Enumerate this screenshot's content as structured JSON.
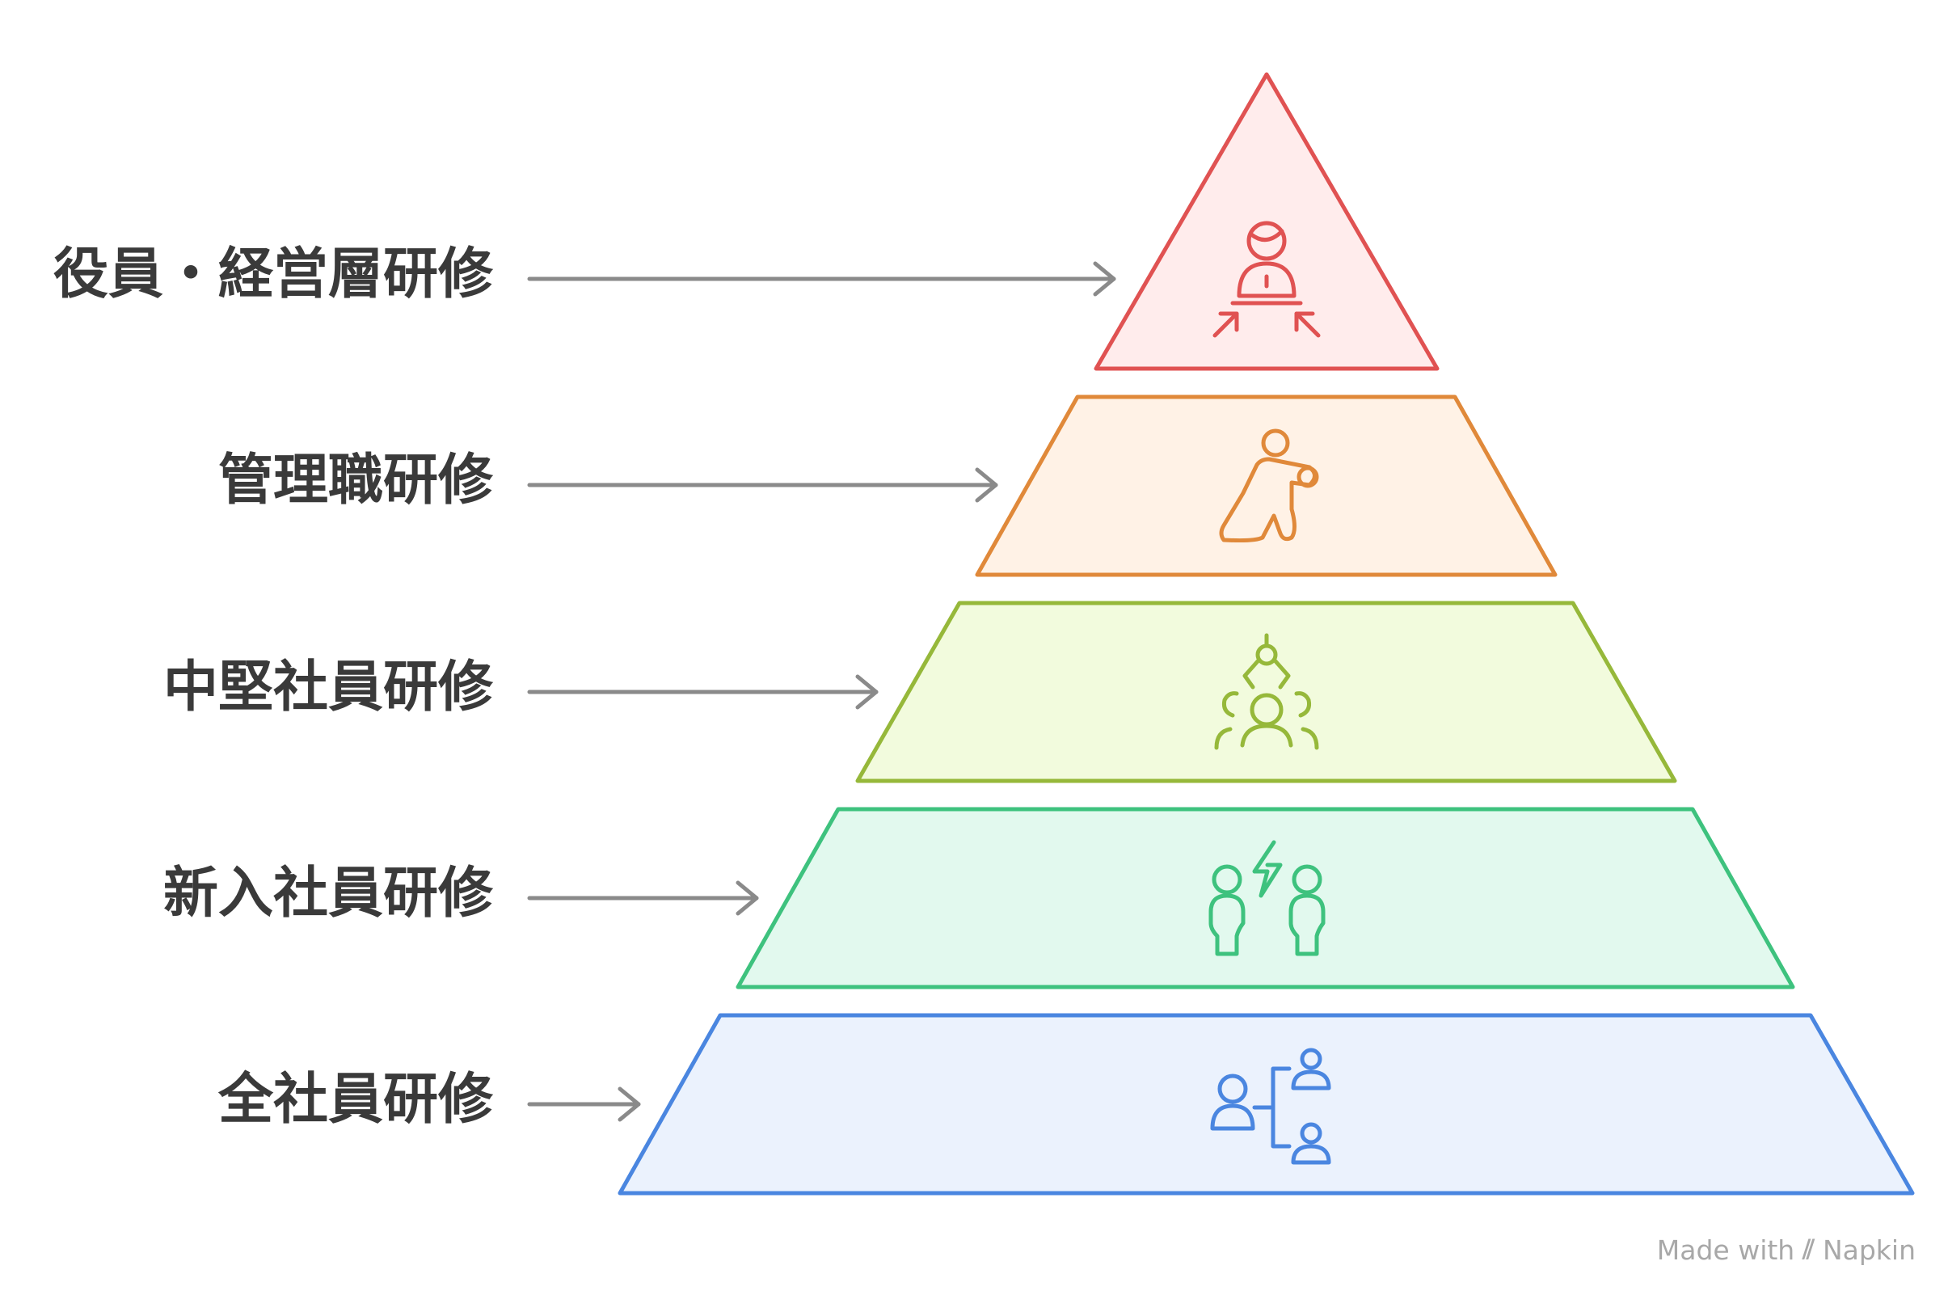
{
  "tiers": [
    {
      "label": "役員・経営層研修",
      "icon": "leader-arrows-icon",
      "stroke": "#e05252",
      "fill": "#ffecec"
    },
    {
      "label": "管理職研修",
      "icon": "person-pointing-icon",
      "stroke": "#e0893a",
      "fill": "#fff2e6"
    },
    {
      "label": "中堅社員研修",
      "icon": "group-support-icon",
      "stroke": "#96b83a",
      "fill": "#f2fbdd"
    },
    {
      "label": "新入社員研修",
      "icon": "two-people-energy-icon",
      "stroke": "#3ec27e",
      "fill": "#e2f9ee"
    },
    {
      "label": "全社員研修",
      "icon": "people-hierarchy-icon",
      "stroke": "#4a86e0",
      "fill": "#ebf2fd"
    }
  ],
  "arrow_color": "#8a8a8a",
  "watermark": {
    "prefix": "Made with",
    "brand": "Napkin"
  }
}
